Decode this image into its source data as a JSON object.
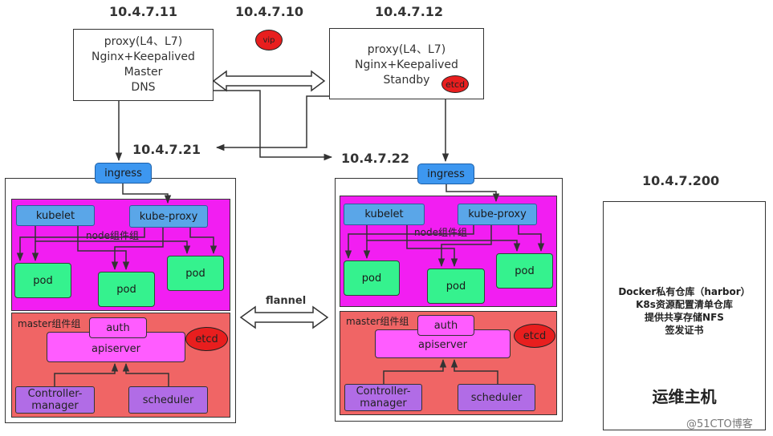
{
  "ips": {
    "proxy_master": "10.4.7.11",
    "vip": "10.4.7.10",
    "proxy_standby": "10.4.7.12",
    "node1": "10.4.7.21",
    "node2": "10.4.7.22",
    "ops": "10.4.7.200"
  },
  "proxy_master": {
    "line1": "proxy(L4、L7)",
    "line2": "Nginx+Keepalived",
    "line3": "Master",
    "line4": "DNS"
  },
  "proxy_standby": {
    "line1": "proxy(L4、L7)",
    "line2": "Nginx+Keepalived",
    "line3": "Standby",
    "etcd": "etcd"
  },
  "vip_label": "vip",
  "node1": {
    "ingress": "ingress",
    "kubelet": "kubelet",
    "kube_proxy": "kube-proxy",
    "node_group": "node组件组",
    "pods": [
      "pod",
      "pod",
      "pod"
    ],
    "master_group": "master组件组",
    "auth": "auth",
    "apiserver": "apiserver",
    "etcd": "etcd",
    "controller_manager": "Controller-manager",
    "scheduler": "scheduler"
  },
  "node2": {
    "ingress": "ingress",
    "kubelet": "kubelet",
    "kube_proxy": "kube-proxy",
    "node_group": "node组件组",
    "pods": [
      "pod",
      "pod",
      "pod"
    ],
    "master_group": "master组件组",
    "auth": "auth",
    "apiserver": "apiserver",
    "etcd": "etcd",
    "controller_manager": "Controller-manager",
    "scheduler": "scheduler"
  },
  "flannel_label": "flannel",
  "ops": {
    "line1": "Docker私有仓库（harbor）",
    "line2": "K8s资源配置清单仓库",
    "line3": "提供共享存储NFS",
    "line4": "签发证书",
    "title": "运维主机"
  },
  "watermark": "@51CTO博客",
  "colors": {
    "node_group_bg": "#f21ef2",
    "master_group_bg": "#f06565",
    "pod_bg": "#35f28e",
    "kube_bg": "#5aa6e8",
    "ingress_bg": "#3d97f0",
    "apiserver_bg": "#ff5cff",
    "component_bg": "#b16ce6",
    "etcd_bg": "#e81e1e"
  }
}
